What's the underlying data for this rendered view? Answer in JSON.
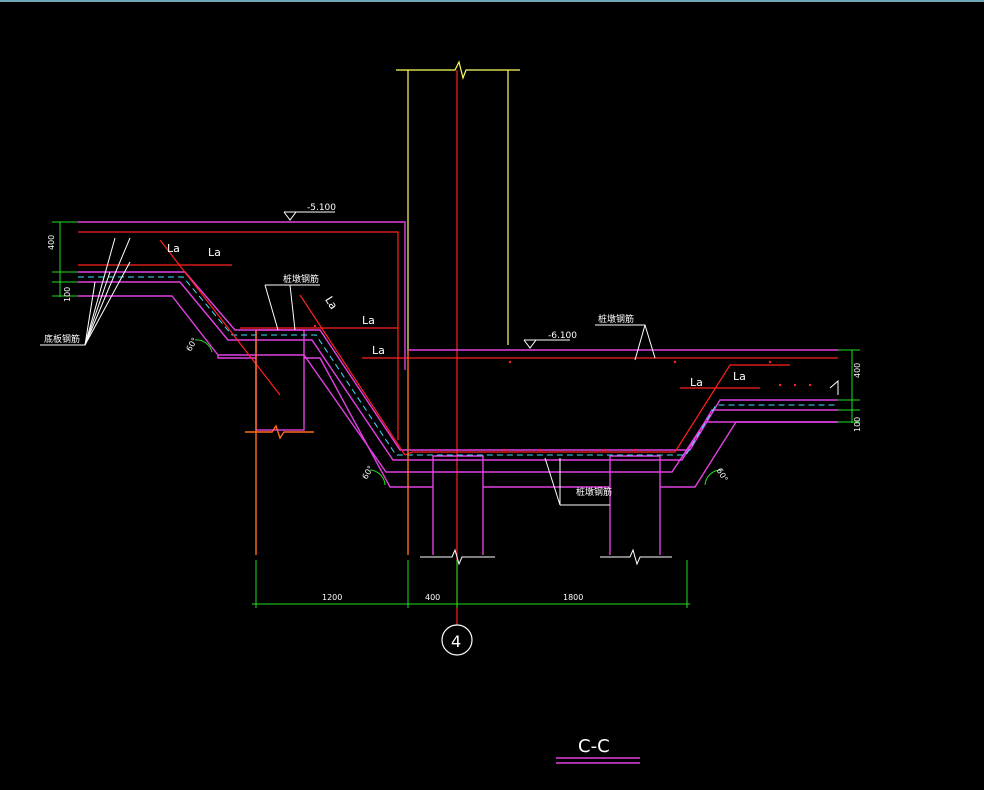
{
  "drawing": {
    "section_title": "C-C",
    "axis_number": "4",
    "elevations": {
      "left": "-5.100",
      "right": "-6.100"
    },
    "anchorage_label": "La",
    "rebar_labels": {
      "bottom_rebar": "底板钢筋",
      "pile_rebar": "桩墩钢筋"
    },
    "slope_angle": "60°",
    "dimensions": {
      "left_slab_thickness": "400",
      "left_cushion": "100",
      "right_slab_thickness": "400",
      "right_cushion": "100",
      "span_left": "1200",
      "span_mid": "400",
      "span_right": "1800"
    },
    "colors": {
      "background": "#000000",
      "slab_outline": "#e040e0",
      "rebar": "#ff2020",
      "column": "#ffff60",
      "pile_wall": "#ff6a1a",
      "dimension": "#20e020",
      "text": "#ffffff",
      "cushion_dash": "#40e0ff"
    }
  }
}
